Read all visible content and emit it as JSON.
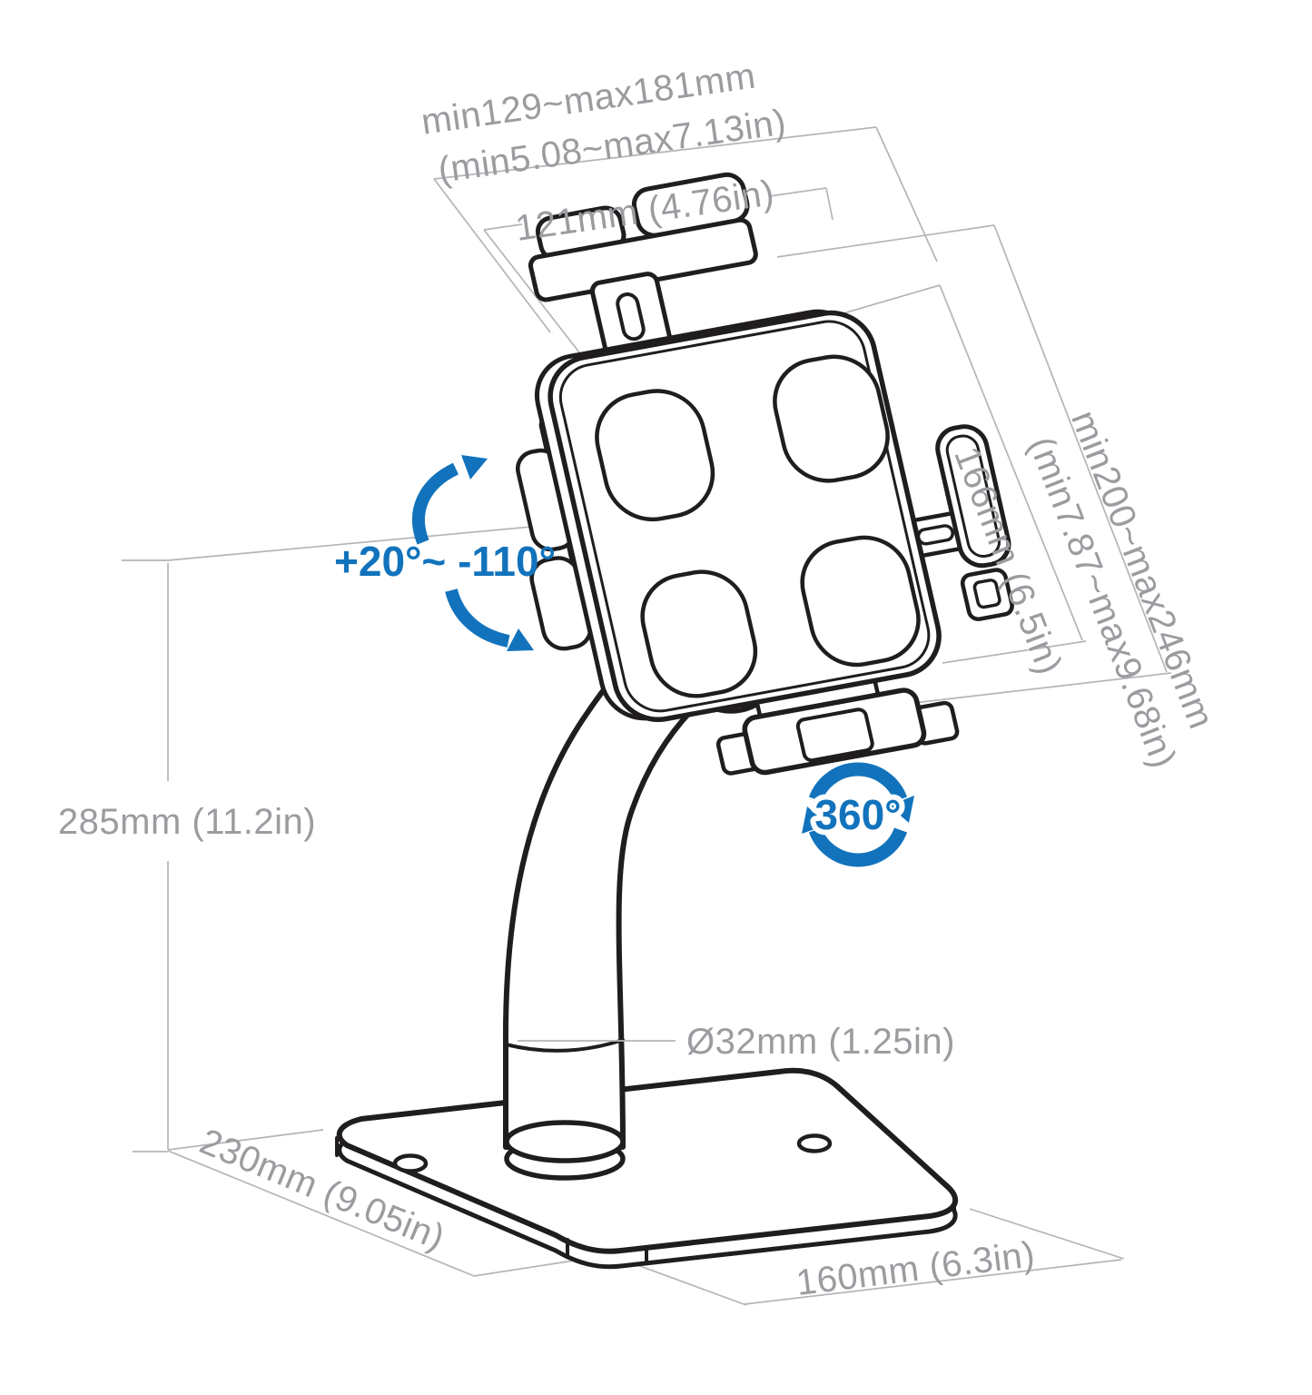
{
  "diagram_title": "tablet-kiosk-desk-stand-dimension-diagram",
  "colors": {
    "accent_blue": "#1273bc",
    "dimension_text_gray": "#9a9ca0",
    "dimension_line_gray": "#b3b5b7",
    "drawing_black": "#201d1e",
    "background": "#ffffff"
  },
  "dimensions": {
    "holder_width_range_mm": "min129~max181mm",
    "holder_width_range_in": "(min5.08~max7.13in)",
    "bracket_width": "121mm (4.76in)",
    "holder_height_range_mm": "min200~max246mm",
    "holder_height_range_in": "(min7.87~max9.68in)",
    "holder_height": "166mm (6.5in)",
    "stand_height": "285mm (11.2in)",
    "pole_diameter": "Ø32mm (1.25in)",
    "base_depth": "230mm (9.05in)",
    "base_width": "160mm (6.3in)"
  },
  "annotations": {
    "tilt_range": "+20°~ -110°",
    "rotation": "360°"
  }
}
